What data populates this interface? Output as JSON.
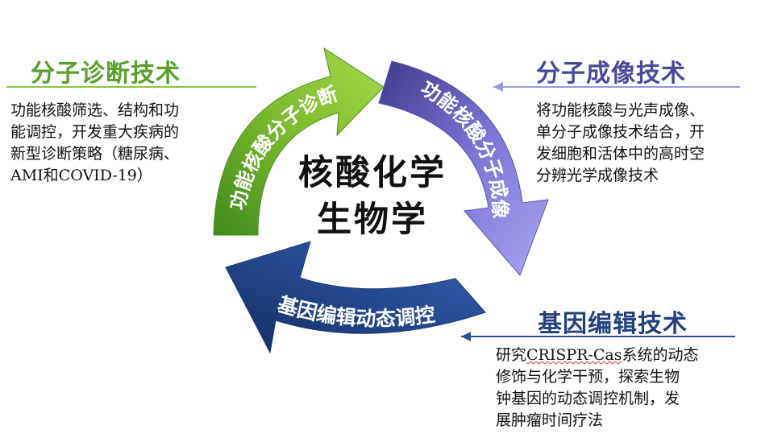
{
  "center": {
    "line1": "核酸化学",
    "line2": "生物学"
  },
  "arrows": [
    {
      "label": "功能核酸分子诊断",
      "color": "#7cbb2e"
    },
    {
      "label": "功能核酸分子成像",
      "color": "#7d74d6"
    },
    {
      "label": "基因编辑动态调控",
      "color": "#24488f"
    }
  ],
  "sections": {
    "diagnosis": {
      "title": "分子诊断技术",
      "title_color": "#5aa02c",
      "lines": [
        "功能核酸筛选、结构和功",
        "能调控，开发重大疾病的",
        "新型诊断策略（糖尿病、",
        "AMI和COVID-19）"
      ]
    },
    "imaging": {
      "title": "分子成像技术",
      "title_color": "#4a4a9a",
      "lines": [
        "将功能核酸与光声成像、",
        "单分子成像技术结合，开",
        "发细胞和活体中的高时空",
        "分辨光学成像技术"
      ]
    },
    "editing": {
      "title": "基因编辑技术",
      "title_color": "#23407f",
      "line1_prefix": "研究",
      "line1_term": "CRISPR-Cas",
      "line1_suffix": "系统的动态",
      "lines": [
        "修饰与化学干预，探索生物",
        "钟基因的动态调控机制，发",
        "展肿瘤时间疗法"
      ]
    }
  }
}
